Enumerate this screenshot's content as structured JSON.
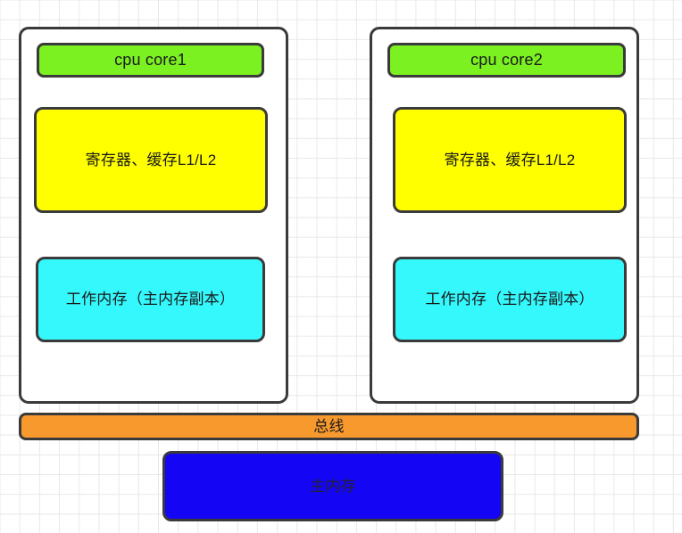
{
  "diagram": {
    "title": "JMM CPU cache and main memory diagram",
    "background": {
      "color": "#ffffff",
      "grid_color": "#e8e8e8"
    },
    "cores": [
      {
        "card_name": "cpu-card-1",
        "core_label": "cpu core1",
        "core_color": "#7bf122",
        "cache_label": "寄存器、缓存L1/L2",
        "cache_color": "#ffff00",
        "work_memory_label": "工作内存（主内存副本）",
        "work_memory_color": "#35f8fc"
      },
      {
        "card_name": "cpu-card-2",
        "core_label": "cpu core2",
        "core_color": "#7bf122",
        "cache_label": "寄存器、缓存L1/L2",
        "cache_color": "#ffff00",
        "work_memory_label": "工作内存（主内存副本）",
        "work_memory_color": "#35f8fc"
      }
    ],
    "bus": {
      "label": "总线",
      "color": "#f8992e"
    },
    "main_memory": {
      "label": "主内存",
      "color": "#1505f5"
    }
  }
}
